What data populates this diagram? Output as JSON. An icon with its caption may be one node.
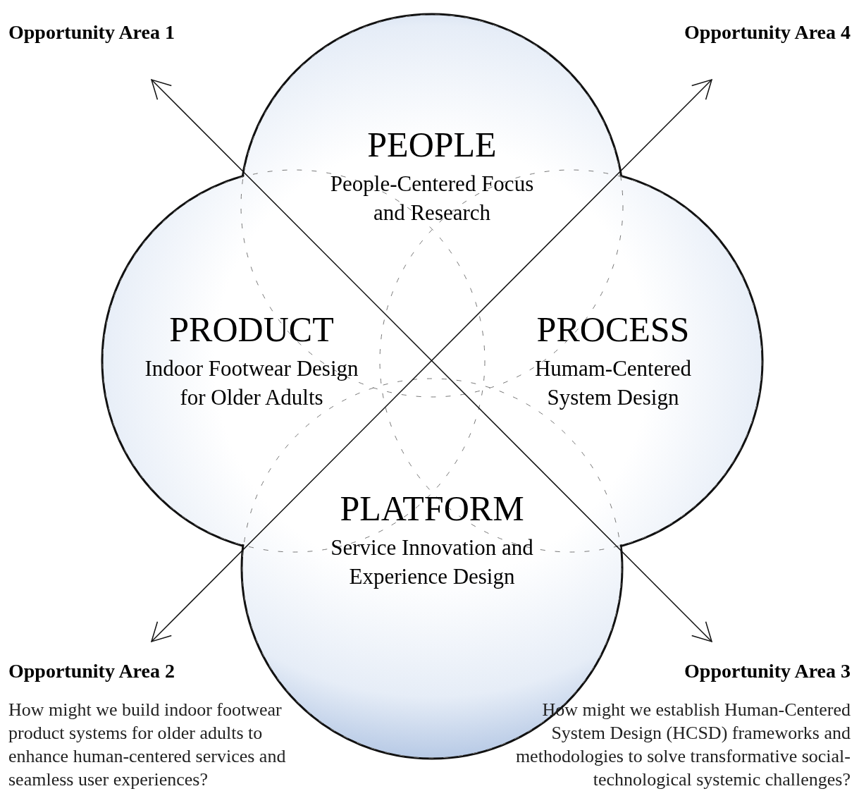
{
  "diagram": {
    "nodes": [
      {
        "text": [
          "Opportunity Area 1"
        ]
      },
      {
        "text": [
          "Opportunity Area 4"
        ]
      },
      {
        "text": [
          "PEOPLE",
          "People-Centered Focus and Research"
        ]
      },
      {
        "text": [
          "PRODUCT",
          "Indoor Footwear Design for Older Adults"
        ]
      },
      {
        "text": [
          "PROCESS",
          "Humam-Centered System Design"
        ]
      },
      {
        "text": [
          "PLATFORM",
          "Service Innovation and Experience Design"
        ]
      },
      {
        "text": [
          "Opportunity Area 2",
          "How might we build indoor footwear product systems for older adults to enhance human-centered services and seamless user experiences?"
        ]
      },
      {
        "text": [
          "Opportunity Area 3",
          "How might we establish Human-Centered System Design (HCSD) frameworks and methodologies to solve transformative social-technological systemic challenges?"
        ]
      }
    ],
    "edges": [
      {
        "from": 0,
        "to": 7,
        "arrow": "both"
      },
      {
        "from": 6,
        "to": 1,
        "arrow": "both"
      }
    ]
  }
}
